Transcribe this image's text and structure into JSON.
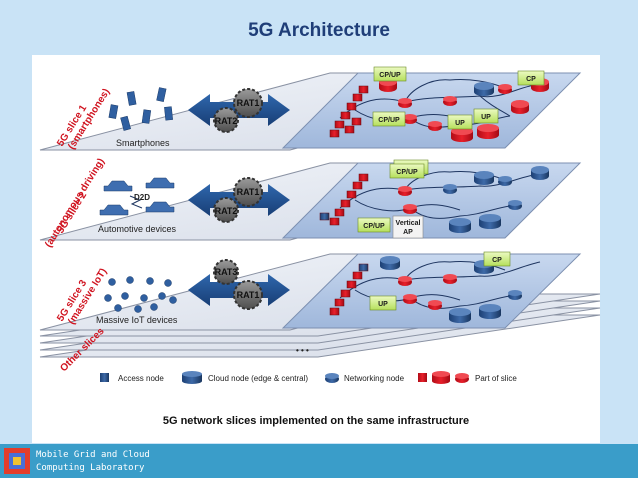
{
  "title": "5G Architecture",
  "slices": [
    {
      "name": "5G slice 1",
      "sub": "(smartphones)",
      "device_label": "Smartphones",
      "rat_top": "RAT1",
      "rat_bottom": "RAT2",
      "tags": [
        "CP/UP",
        "CP",
        "CP/UP",
        "UP",
        "UP"
      ]
    },
    {
      "name": "5G slice 2",
      "sub": "(autonomous driving)",
      "device_label": "Automotive devices",
      "d2d": "D2D",
      "rat_top": "RAT1",
      "rat_bottom": "RAT2",
      "tags": [
        "CP/UP",
        "CP/UP",
        "Vertical",
        "AP"
      ]
    },
    {
      "name": "5G slice 3",
      "sub": "(massive IoT)",
      "device_label": "Massive IoT devices",
      "rat_top": "RAT3",
      "rat_bottom": "RAT1",
      "tags": [
        "CP",
        "UP"
      ]
    }
  ],
  "other_slices": "Other slices",
  "ellipsis": "• • •",
  "legend": {
    "access_node": "Access node",
    "cloud_node": "Cloud node (edge & central)",
    "networking_node": "Networking node",
    "part_of_slice": "Part of slice"
  },
  "caption": "5G network slices implemented on the same infrastructure",
  "footer": {
    "line1": "Mobile Grid and Cloud",
    "line2": "Computing Laboratory"
  },
  "colors": {
    "background": "#c9e3f6",
    "title": "#1f3e78",
    "arrow": "#1e4e8c",
    "slice_red": "#d0131f",
    "footer": "#3a9dc9"
  }
}
